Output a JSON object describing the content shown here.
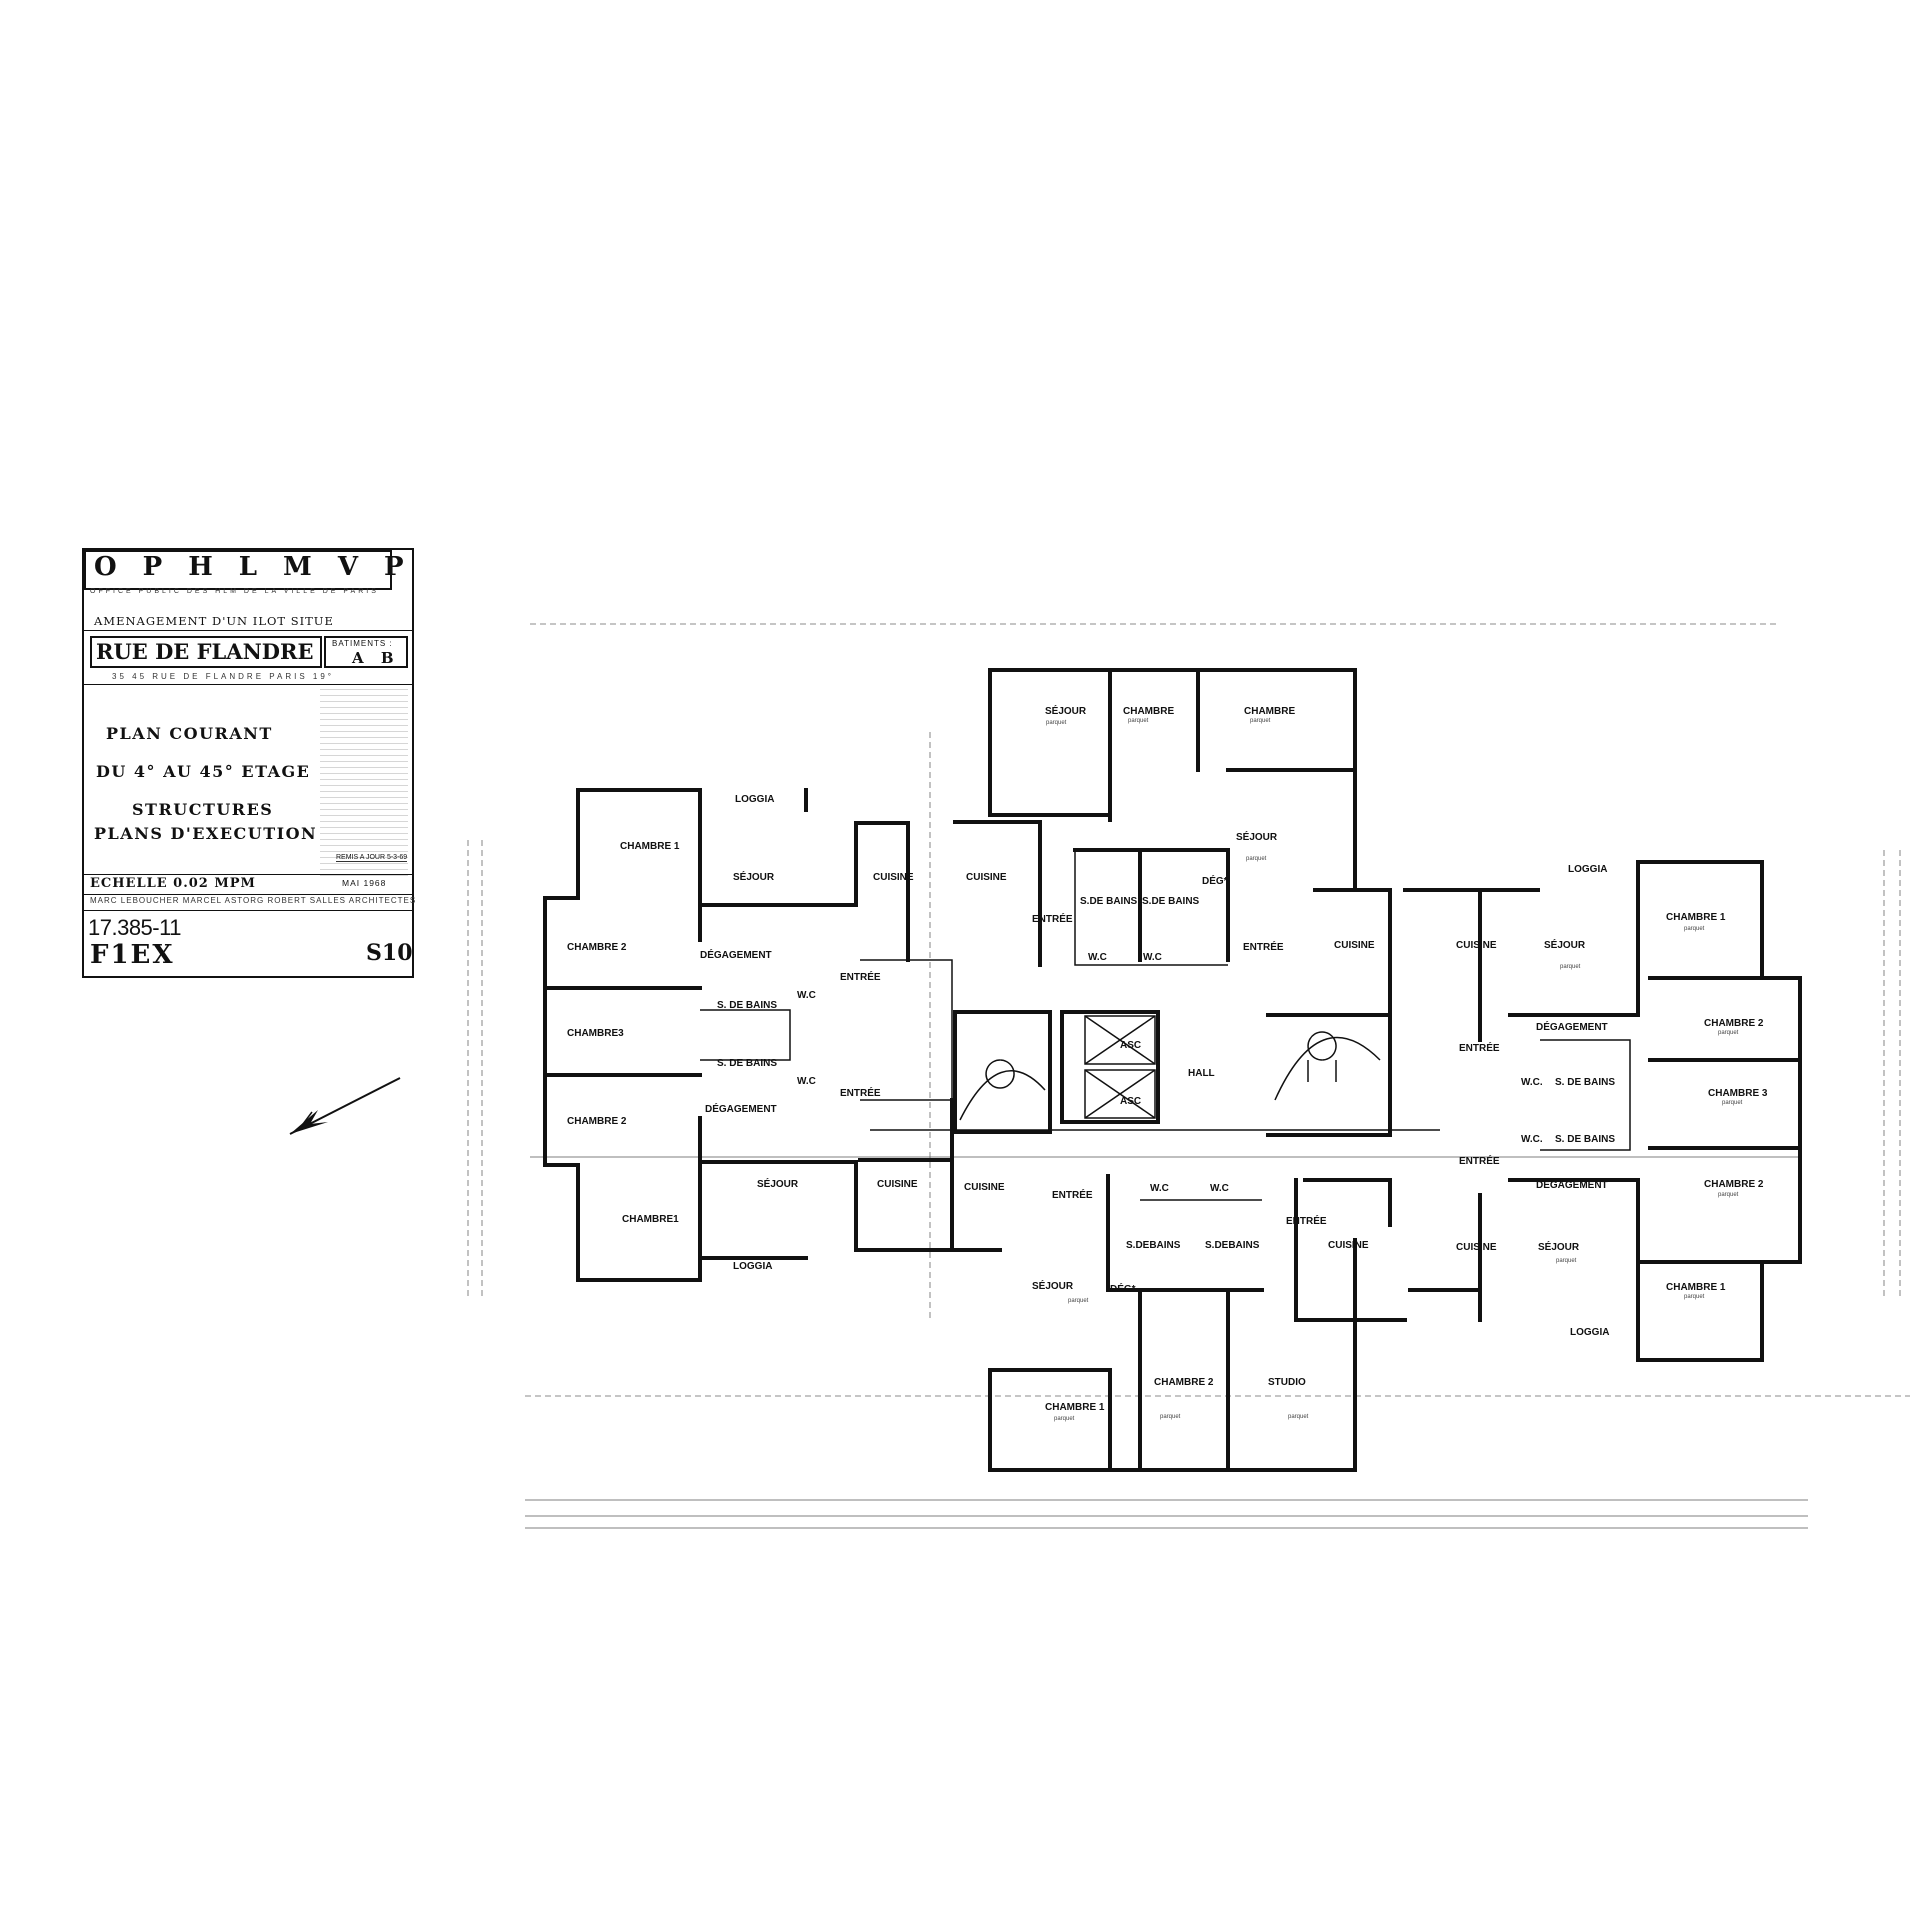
{
  "title_block": {
    "acronym": "OPHLMVP",
    "org_full": "OFFICE PUBLIC DES HLM DE LA VILLE DE PARIS",
    "project": "AMENAGEMENT D'UN ILOT SITUE",
    "street": "RUE DE FLANDRE",
    "buildings_label": "BATIMENTS :",
    "buildings_value": "A B",
    "address": "35 45 RUE DE FLANDRE PARIS 19°",
    "plan_lines": [
      "PLAN COURANT",
      "DU 4° AU 45° ETAGE",
      "STRUCTURES",
      "PLANS D'EXECUTION"
    ],
    "update_note": "REMIS A JOUR 5-3-69",
    "scale": "ECHELLE 0.02 MPM",
    "date": "MAI 1968",
    "architects": "MARC LEBOUCHER MARCEL ASTORG ROBERT SALLES ARCHITECTES",
    "drawing_no": "17.385-11",
    "drawing_code": "F1EX",
    "sheet_no": "S10"
  },
  "rooms": {
    "w_chambre1_top": "CHAMBRE 1",
    "w_loggia_top": "LOGGIA",
    "w_sejour_top": "SÉJOUR",
    "w_cuisine_top": "CUISINE",
    "c_cuisine_top": "CUISINE",
    "w_chambre2_top": "CHAMBRE 2",
    "w_degagement_top": "DÉGAGEMENT",
    "w_entree_top": "ENTRÉE",
    "w_sdb_top": "S. DE BAINS",
    "w_wc_top": "W.C",
    "w_chambre3": "CHAMBRE3",
    "w_sdb_bot": "S. DE BAINS",
    "w_wc_bot": "W.C",
    "w_entree_bot": "ENTRÉE",
    "w_degagement_bot": "DÉGAGEMENT",
    "w_chambre2_bot": "CHAMBRE 2",
    "w_sejour_bot": "SÉJOUR",
    "w_cuisine_bot": "CUISINE",
    "w_chambre1_bot": "CHAMBRE1",
    "w_loggia_bot": "LOGGIA",
    "n_sejour": "SÉJOUR",
    "n_chambre_a": "CHAMBRE",
    "n_chambre_b": "CHAMBRE",
    "n_sejour_b": "SÉJOUR",
    "n_sdb_a": "S.DE BAINS",
    "n_sdb_b": "S.DE BAINS",
    "n_deg": "DÉG*",
    "n_wc_a": "W.C",
    "n_wc_b": "W.C",
    "n_entree_a": "ENTRÉE",
    "n_entree_b": "ENTRÉE",
    "c_asc_a": "ASC",
    "c_asc_b": "ASC",
    "c_hall": "HALL",
    "c_cuisine_right": "CUISINE",
    "s_cuisine_left": "CUISINE",
    "s_entree_a": "ENTRÉE",
    "s_wc_a": "W.C",
    "s_wc_b": "W.C",
    "s_sdb_a": "S.DEBAINS",
    "s_sdb_b": "S.DEBAINS",
    "s_entree_b": "ENTRÉE",
    "s_cuisine_right": "CUISINE",
    "s_sejour": "SÉJOUR",
    "s_deg": "DÉG*",
    "s_chambre1": "CHAMBRE 1",
    "s_chambre2": "CHAMBRE 2",
    "s_studio": "STUDIO",
    "e_cuisine_top": "CUISINE",
    "e_sejour_top": "SÉJOUR",
    "e_loggia_top": "LOGGIA",
    "e_chambre1_top": "CHAMBRE 1",
    "e_degagement_top": "DÉGAGEMENT",
    "e_entree_top": "ENTRÉE",
    "e_chambre2_top": "CHAMBRE 2",
    "e_wc_top": "W.C.",
    "e_sdb_top": "S. DE BAINS",
    "e_chambre3": "CHAMBRE 3",
    "e_wc_bot": "W.C.",
    "e_sdb_bot": "S. DE BAINS",
    "e_entree_bot": "ENTRÉE",
    "e_degagement_bot": "DÉGAGEMENT",
    "e_chambre2_bot": "CHAMBRE 2",
    "e_sejour_bot": "SÉJOUR",
    "e_cuisine_bot": "CUISINE",
    "e_chambre1_bot": "CHAMBRE 1",
    "e_loggia_bot": "LOGGIA",
    "floor": "parquet"
  }
}
